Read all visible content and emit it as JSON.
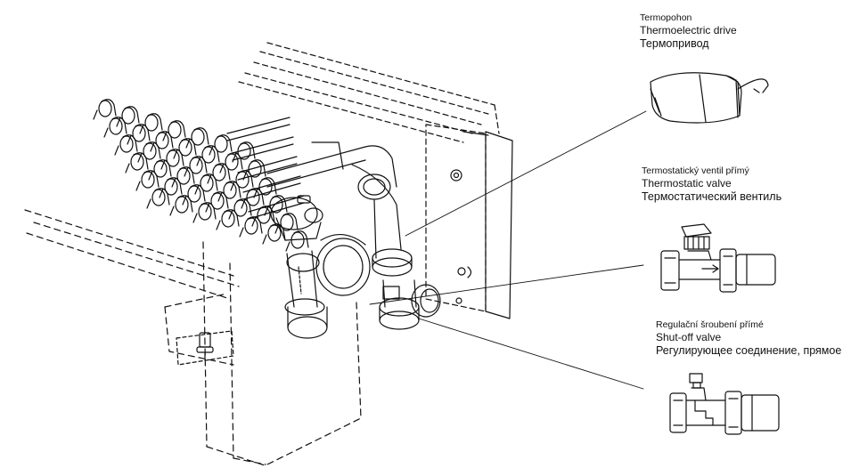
{
  "callouts": {
    "drive": {
      "cz": "Termopohon",
      "en": "Thermoelectric drive",
      "ru": "Термопривод"
    },
    "valve": {
      "cz": "Termostatický ventil přímý",
      "en": "Thermostatic valve",
      "ru": "Термостатический вентиль"
    },
    "shutoff": {
      "cz": "Regulační šroubení přímé",
      "en": "Shut-off valve",
      "ru": "Регулирующее соединение, прямое"
    }
  },
  "colors": {
    "line": "#111111",
    "background": "#ffffff"
  }
}
